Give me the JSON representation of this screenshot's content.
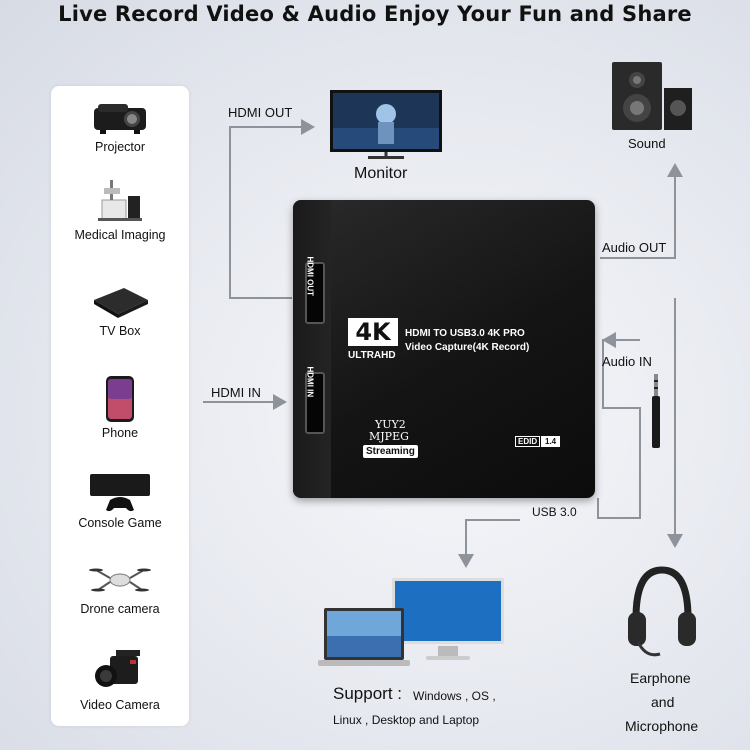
{
  "title": "Live Record Video & Audio Enjoy Your Fun and Share",
  "sources": [
    "Projector",
    "Medical Imaging",
    "TV Box",
    "Phone",
    "Console Game",
    "Drone camera",
    "Video Camera"
  ],
  "labels": {
    "hdmi_out": "HDMI OUT",
    "hdmi_in": "HDMI IN",
    "monitor": "Monitor",
    "sound": "Sound",
    "audio_out": "Audio OUT",
    "audio_in": "Audio IN",
    "usb": "USB 3.0",
    "earphone_1": "Earphone",
    "earphone_2": "and",
    "earphone_3": "Microphone",
    "support_head": "Support :",
    "support_line1": "Windows , OS ,",
    "support_line2": "Linux , Desktop and Laptop"
  },
  "device": {
    "badge_4k": "4K",
    "ultrahd": "ULTRAHD",
    "line1": "HDMI TO USB3.0 4K PRO",
    "line2": "Video Capture(4K Record)",
    "yuy2": "YUY2",
    "mjpeg": "MJPEG",
    "streaming": "Streaming",
    "edid": "EDID",
    "edid_ver": "1.4",
    "port_out": "HDMI OUT",
    "port_in": "HDMI IN"
  },
  "colors": {
    "arrow": "#8d929b",
    "panel": "#ffffff",
    "device": "#161616"
  }
}
